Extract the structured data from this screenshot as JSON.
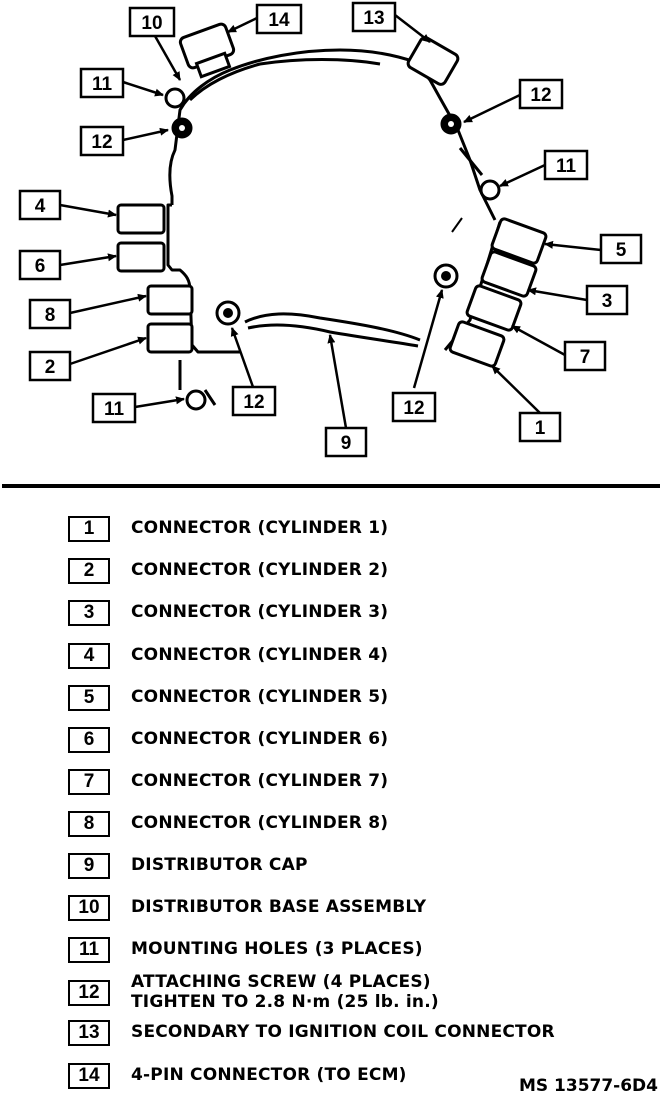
{
  "callouts": {
    "c1": "1",
    "c2": "2",
    "c3": "3",
    "c4": "4",
    "c5": "5",
    "c6": "6",
    "c7": "7",
    "c8": "8",
    "c9": "9",
    "c10": "10",
    "c11": "11",
    "c12": "12",
    "c13": "13",
    "c14": "14"
  },
  "legend": [
    {
      "num": "1",
      "text": "CONNECTOR (CYLINDER 1)"
    },
    {
      "num": "2",
      "text": "CONNECTOR (CYLINDER 2)"
    },
    {
      "num": "3",
      "text": "CONNECTOR (CYLINDER 3)"
    },
    {
      "num": "4",
      "text": "CONNECTOR (CYLINDER 4)"
    },
    {
      "num": "5",
      "text": "CONNECTOR (CYLINDER 5)"
    },
    {
      "num": "6",
      "text": "CONNECTOR (CYLINDER 6)"
    },
    {
      "num": "7",
      "text": "CONNECTOR (CYLINDER 7)"
    },
    {
      "num": "8",
      "text": "CONNECTOR (CYLINDER 8)"
    },
    {
      "num": "9",
      "text": "DISTRIBUTOR CAP"
    },
    {
      "num": "10",
      "text": "DISTRIBUTOR BASE ASSEMBLY"
    },
    {
      "num": "11",
      "text": "MOUNTING HOLES (3 PLACES)"
    },
    {
      "num": "12",
      "text": "ATTACHING SCREW (4 PLACES)",
      "text2": "TIGHTEN TO 2.8 N·m (25 lb. in.)"
    },
    {
      "num": "13",
      "text": "SECONDARY TO IGNITION COIL CONNECTOR"
    },
    {
      "num": "14",
      "text": "4-PIN CONNECTOR (TO ECM)"
    }
  ],
  "figure_code": "MS 13577-6D4"
}
